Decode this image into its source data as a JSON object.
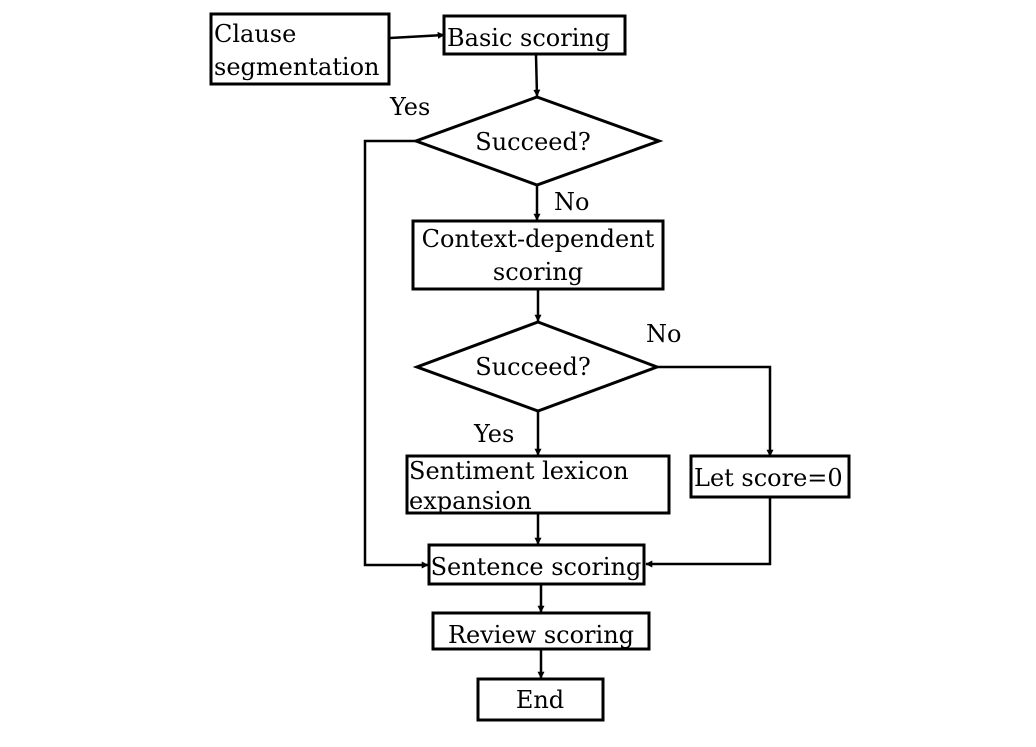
{
  "nodes": {
    "clause_segmentation": {
      "line1": "Clause",
      "line2": "segmentation"
    },
    "basic_scoring": {
      "label": "Basic scoring"
    },
    "decision_1": {
      "label": "Succeed?"
    },
    "context_dependent": {
      "line1": "Context-dependent",
      "line2": "scoring"
    },
    "decision_2": {
      "label": "Succeed?"
    },
    "lexicon_expansion": {
      "line1": "Sentiment lexicon",
      "line2": "expansion"
    },
    "let_score": {
      "label": "Let score=0"
    },
    "sentence_scoring": {
      "label": "Sentence scoring"
    },
    "review_scoring": {
      "label": "Review scoring"
    },
    "end": {
      "label": "End"
    }
  },
  "edge_labels": {
    "d1_yes": "Yes",
    "d1_no": "No",
    "d2_no": "No",
    "d2_yes": "Yes"
  },
  "colors": {
    "stroke": "#000000",
    "background": "#ffffff"
  }
}
